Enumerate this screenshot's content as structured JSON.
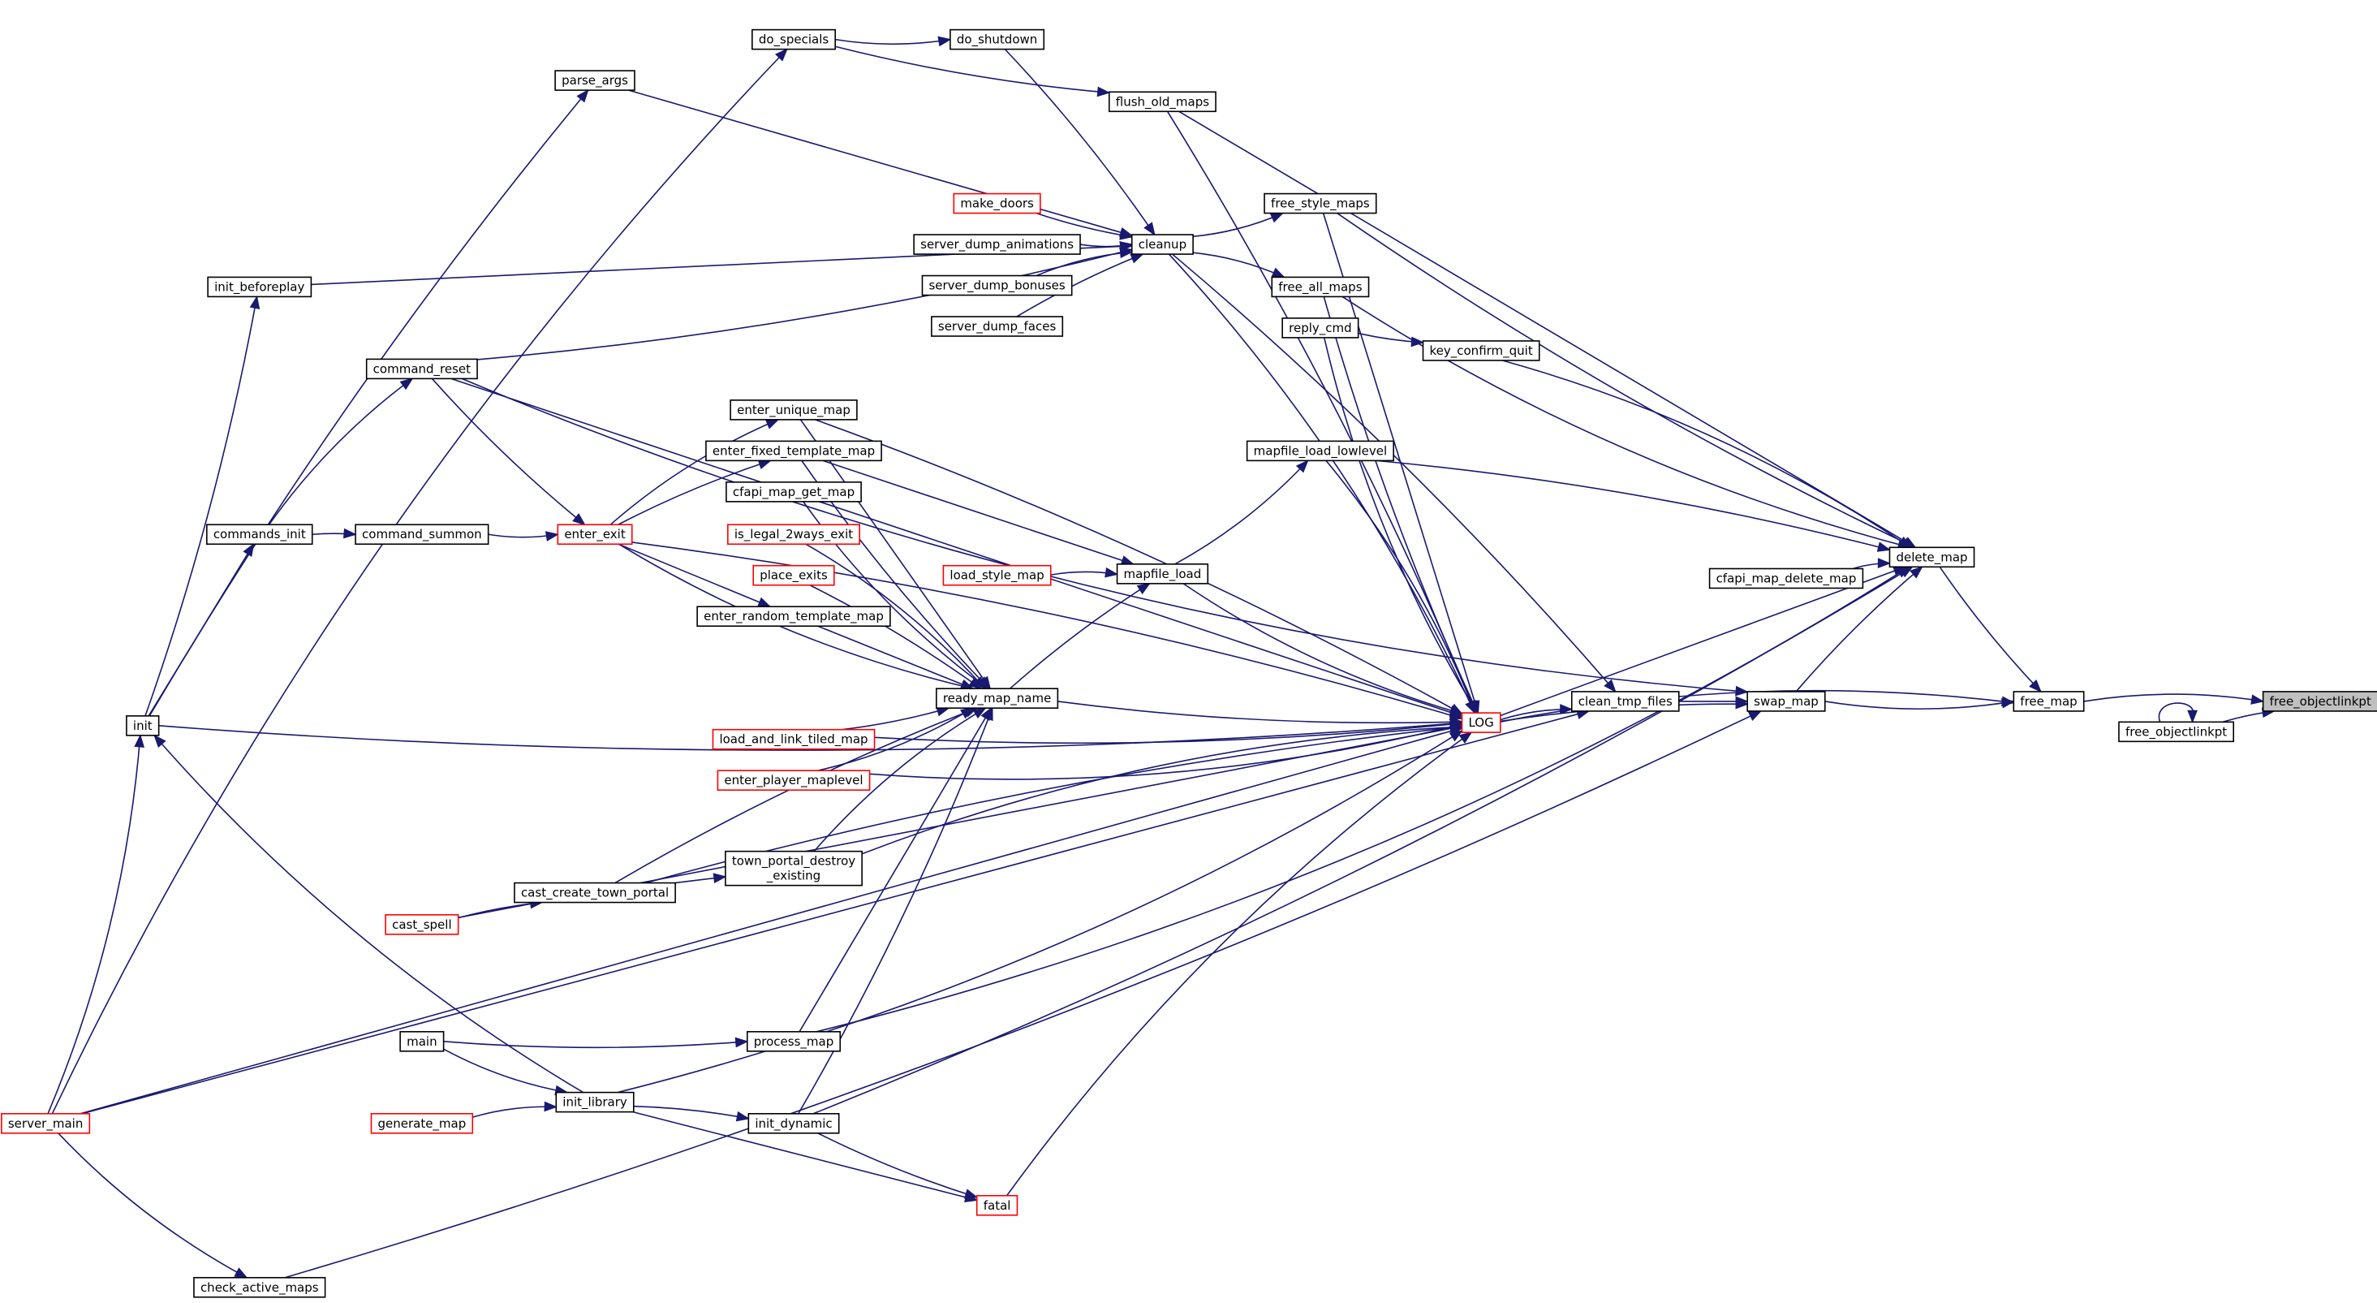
{
  "colors": {
    "edge": "#191970",
    "node_border": "#000000",
    "node_border_incomplete": "#ff0000",
    "root_fill": "#bfbfbf",
    "node_fill": "#ffffff"
  },
  "nodes": [
    {
      "id": "free_objectlinkpt_root",
      "label": "free_objectlinkpt",
      "root": true
    },
    {
      "id": "free_map",
      "label": "free_map"
    },
    {
      "id": "free_objectlinkpt",
      "label": "free_objectlinkpt"
    },
    {
      "id": "delete_map",
      "label": "delete_map"
    },
    {
      "id": "swap_map",
      "label": "swap_map"
    },
    {
      "id": "clean_tmp_files",
      "label": "clean_tmp_files"
    },
    {
      "id": "cfapi_map_delete_map",
      "label": "cfapi_map_delete_map"
    },
    {
      "id": "LOG",
      "label": "LOG",
      "red": true
    },
    {
      "id": "flush_old_maps",
      "label": "flush_old_maps"
    },
    {
      "id": "free_style_maps",
      "label": "free_style_maps"
    },
    {
      "id": "free_all_maps",
      "label": "free_all_maps"
    },
    {
      "id": "reply_cmd",
      "label": "reply_cmd"
    },
    {
      "id": "key_confirm_quit",
      "label": "key_confirm_quit"
    },
    {
      "id": "mapfile_load_lowlevel",
      "label": "mapfile_load_lowlevel"
    },
    {
      "id": "mapfile_load",
      "label": "mapfile_load"
    },
    {
      "id": "load_style_map",
      "label": "load_style_map",
      "red": true
    },
    {
      "id": "cleanup",
      "label": "cleanup"
    },
    {
      "id": "do_shutdown",
      "label": "do_shutdown"
    },
    {
      "id": "do_specials",
      "label": "do_specials"
    },
    {
      "id": "parse_args",
      "label": "parse_args"
    },
    {
      "id": "make_doors",
      "label": "make_doors",
      "red": true
    },
    {
      "id": "server_dump_animations",
      "label": "server_dump_animations"
    },
    {
      "id": "server_dump_bonuses",
      "label": "server_dump_bonuses"
    },
    {
      "id": "server_dump_faces",
      "label": "server_dump_faces"
    },
    {
      "id": "ready_map_name",
      "label": "ready_map_name"
    },
    {
      "id": "enter_unique_map",
      "label": "enter_unique_map"
    },
    {
      "id": "enter_fixed_template_map",
      "label": "enter_fixed_template_map"
    },
    {
      "id": "cfapi_map_get_map",
      "label": "cfapi_map_get_map"
    },
    {
      "id": "is_legal_2ways_exit",
      "label": "is_legal_2ways_exit",
      "red": true
    },
    {
      "id": "place_exits",
      "label": "place_exits",
      "red": true
    },
    {
      "id": "enter_random_template_map",
      "label": "enter_random_template_map"
    },
    {
      "id": "load_and_link_tiled_map",
      "label": "load_and_link_tiled_map",
      "red": true
    },
    {
      "id": "enter_player_maplevel",
      "label": "enter_player_maplevel",
      "red": true
    },
    {
      "id": "town_portal_destroy_existing",
      "label": "town_portal_destroy\n_existing"
    },
    {
      "id": "process_map",
      "label": "process_map"
    },
    {
      "id": "init_dynamic",
      "label": "init_dynamic"
    },
    {
      "id": "fatal",
      "label": "fatal",
      "red": true
    },
    {
      "id": "enter_exit",
      "label": "enter_exit",
      "red": true
    },
    {
      "id": "command_reset",
      "label": "command_reset"
    },
    {
      "id": "command_summon",
      "label": "command_summon"
    },
    {
      "id": "commands_init",
      "label": "commands_init"
    },
    {
      "id": "init_beforeplay",
      "label": "init_beforeplay"
    },
    {
      "id": "init",
      "label": "init"
    },
    {
      "id": "cast_create_town_portal",
      "label": "cast_create_town_portal"
    },
    {
      "id": "cast_spell",
      "label": "cast_spell",
      "red": true
    },
    {
      "id": "main",
      "label": "main"
    },
    {
      "id": "init_library",
      "label": "init_library"
    },
    {
      "id": "generate_map",
      "label": "generate_map",
      "red": true
    },
    {
      "id": "server_main",
      "label": "server_main",
      "red": true
    },
    {
      "id": "check_active_maps",
      "label": "check_active_maps"
    }
  ],
  "edges": [
    [
      "free_map",
      "free_objectlinkpt_root"
    ],
    [
      "free_objectlinkpt",
      "free_objectlinkpt_root"
    ],
    [
      "free_objectlinkpt",
      "free_objectlinkpt"
    ],
    [
      "delete_map",
      "free_map"
    ],
    [
      "swap_map",
      "free_map"
    ],
    [
      "cfapi_map_delete_map",
      "delete_map"
    ],
    [
      "swap_map",
      "delete_map"
    ],
    [
      "flush_old_maps",
      "delete_map"
    ],
    [
      "free_style_maps",
      "delete_map"
    ],
    [
      "free_all_maps",
      "delete_map"
    ],
    [
      "key_confirm_quit",
      "delete_map"
    ],
    [
      "mapfile_load_lowlevel",
      "delete_map"
    ],
    [
      "LOG",
      "delete_map"
    ],
    [
      "init_dynamic",
      "delete_map"
    ],
    [
      "process_map",
      "delete_map"
    ],
    [
      "LOG",
      "free_map"
    ],
    [
      "LOG",
      "swap_map"
    ],
    [
      "clean_tmp_files",
      "swap_map"
    ],
    [
      "check_active_maps",
      "swap_map"
    ],
    [
      "command_reset",
      "swap_map"
    ],
    [
      "LOG",
      "clean_tmp_files"
    ],
    [
      "cleanup",
      "clean_tmp_files"
    ],
    [
      "server_main",
      "clean_tmp_files"
    ],
    [
      "ready_map_name",
      "LOG"
    ],
    [
      "mapfile_load",
      "LOG"
    ],
    [
      "mapfile_load_lowlevel",
      "LOG"
    ],
    [
      "flush_old_maps",
      "LOG"
    ],
    [
      "free_style_maps",
      "LOG"
    ],
    [
      "free_all_maps",
      "LOG"
    ],
    [
      "reply_cmd",
      "LOG"
    ],
    [
      "cleanup",
      "LOG"
    ],
    [
      "enter_unique_map",
      "LOG"
    ],
    [
      "command_reset",
      "LOG"
    ],
    [
      "load_and_link_tiled_map",
      "LOG"
    ],
    [
      "enter_player_maplevel",
      "LOG"
    ],
    [
      "town_portal_destroy_existing",
      "LOG"
    ],
    [
      "cast_create_town_portal",
      "LOG"
    ],
    [
      "cast_spell",
      "LOG"
    ],
    [
      "init",
      "LOG"
    ],
    [
      "init_library",
      "LOG"
    ],
    [
      "fatal",
      "LOG"
    ],
    [
      "enter_exit",
      "LOG"
    ],
    [
      "server_main",
      "LOG"
    ],
    [
      "reply_cmd",
      "key_confirm_quit"
    ],
    [
      "mapfile_load",
      "mapfile_load_lowlevel"
    ],
    [
      "load_style_map",
      "mapfile_load"
    ],
    [
      "ready_map_name",
      "mapfile_load"
    ],
    [
      "enter_fixed_template_map",
      "mapfile_load"
    ],
    [
      "do_specials",
      "flush_old_maps"
    ],
    [
      "cleanup",
      "free_style_maps"
    ],
    [
      "cleanup",
      "free_all_maps"
    ],
    [
      "do_shutdown",
      "cleanup"
    ],
    [
      "parse_args",
      "cleanup"
    ],
    [
      "make_doors",
      "cleanup"
    ],
    [
      "server_dump_animations",
      "cleanup"
    ],
    [
      "server_dump_bonuses",
      "cleanup"
    ],
    [
      "server_dump_faces",
      "cleanup"
    ],
    [
      "init_beforeplay",
      "cleanup"
    ],
    [
      "command_reset",
      "cleanup"
    ],
    [
      "do_specials",
      "do_shutdown"
    ],
    [
      "server_main",
      "do_specials"
    ],
    [
      "init",
      "parse_args"
    ],
    [
      "enter_unique_map",
      "ready_map_name"
    ],
    [
      "enter_fixed_template_map",
      "ready_map_name"
    ],
    [
      "cfapi_map_get_map",
      "ready_map_name"
    ],
    [
      "is_legal_2ways_exit",
      "ready_map_name"
    ],
    [
      "place_exits",
      "ready_map_name"
    ],
    [
      "enter_random_template_map",
      "ready_map_name"
    ],
    [
      "load_and_link_tiled_map",
      "ready_map_name"
    ],
    [
      "enter_player_maplevel",
      "ready_map_name"
    ],
    [
      "town_portal_destroy_existing",
      "ready_map_name"
    ],
    [
      "cast_create_town_portal",
      "ready_map_name"
    ],
    [
      "process_map",
      "ready_map_name"
    ],
    [
      "init_dynamic",
      "ready_map_name"
    ],
    [
      "enter_exit",
      "ready_map_name"
    ],
    [
      "enter_exit",
      "enter_unique_map"
    ],
    [
      "enter_exit",
      "enter_fixed_template_map"
    ],
    [
      "enter_exit",
      "enter_random_template_map"
    ],
    [
      "command_reset",
      "enter_exit"
    ],
    [
      "command_summon",
      "enter_exit"
    ],
    [
      "commands_init",
      "command_reset"
    ],
    [
      "commands_init",
      "command_summon"
    ],
    [
      "init",
      "commands_init"
    ],
    [
      "init",
      "init_beforeplay"
    ],
    [
      "server_main",
      "init"
    ],
    [
      "init_library",
      "init"
    ],
    [
      "cast_spell",
      "cast_create_town_portal"
    ],
    [
      "cast_create_town_portal",
      "town_portal_destroy_existing"
    ],
    [
      "main",
      "process_map"
    ],
    [
      "main",
      "init_library"
    ],
    [
      "generate_map",
      "init_library"
    ],
    [
      "init_library",
      "init_dynamic"
    ],
    [
      "init_library",
      "fatal"
    ],
    [
      "init_dynamic",
      "fatal"
    ],
    [
      "server_main",
      "check_active_maps"
    ]
  ]
}
